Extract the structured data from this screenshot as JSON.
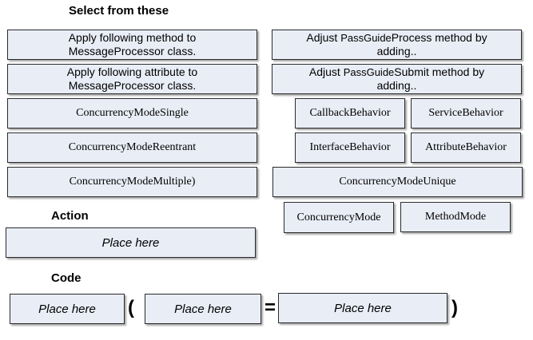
{
  "headings": {
    "select": "Select from these",
    "action": "Action",
    "code": "Code"
  },
  "options": {
    "apply_method": [
      "Apply following method to",
      "MessageProcessor class."
    ],
    "apply_attribute": [
      "Apply following attribute to",
      "MessageProcessor class."
    ],
    "adjust_process": {
      "prefix": "Adjust ",
      "name": "PassGuide",
      "suffix": "Process method by",
      "line2": "adding.."
    },
    "adjust_submit": {
      "prefix": "Adjust ",
      "name": "PassGuide",
      "suffix": "Submit method by",
      "line2": "adding.."
    },
    "concurrency_single": "ConcurrencyModeSingle",
    "concurrency_reentrant": "ConcurrencyModeReentrant",
    "concurrency_multiple": "ConcurrencyModeMultiple)",
    "callback_behavior": "CallbackBehavior",
    "service_behavior": "ServiceBehavior",
    "interface_behavior": "InterfaceBehavior",
    "attribute_behavior": "AttributeBehavior",
    "concurrency_unique": "ConcurrencyModeUnique",
    "concurrency_mode": "ConcurrencyMode",
    "method_mode": "MethodMode"
  },
  "targets": {
    "action": "Place here",
    "code_1": "Place here",
    "code_2": "Place here",
    "code_3": "Place here"
  },
  "symbols": {
    "open_paren": "(",
    "equals": "=",
    "close_paren": ")"
  }
}
